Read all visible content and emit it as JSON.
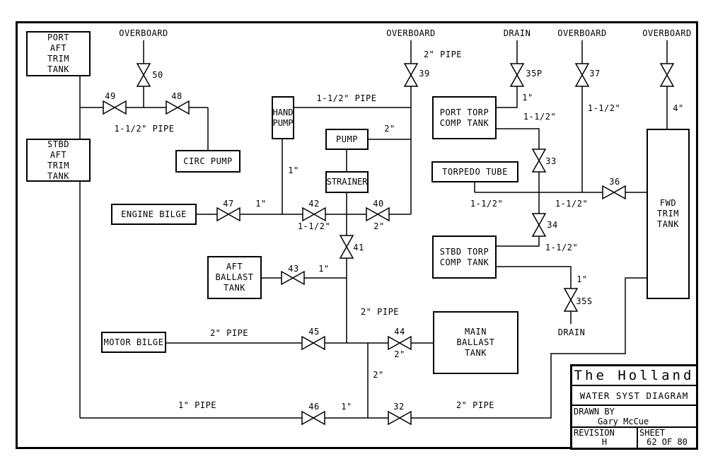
{
  "colors": {
    "ink": "#000000",
    "paper": "#ffffff"
  },
  "endpoints": {
    "overboard_aft": "OVERBOARD",
    "overboard_mid": "OVERBOARD",
    "drain_port": "DRAIN",
    "overboard_stbd": "OVERBOARD",
    "overboard_fwd": "OVERBOARD",
    "drain_stbd": "DRAIN"
  },
  "equipment": {
    "port_aft_trim_tank": "PORT\nAFT\nTRIM\nTANK",
    "stbd_aft_trim_tank": "STBD\nAFT\nTRIM\nTANK",
    "circ_pump": "CIRC PUMP",
    "hand_pump": "HAND\nPUMP",
    "pump": "PUMP",
    "strainer": "STRAINER",
    "engine_bilge": "ENGINE BILGE",
    "aft_ballast_tank": "AFT\nBALLAST\nTANK",
    "motor_bilge": "MOTOR BILGE",
    "port_torp_comp_tank": "PORT TORP\nCOMP TANK",
    "torpedo_tube": "TORPEDO TUBE",
    "stbd_torp_comp_tank": "STBD TORP\nCOMP TANK",
    "main_ballast_tank": "MAIN\nBALLAST\nTANK",
    "fwd_trim_tank": "FWD\nTRIM\nTANK"
  },
  "valves": {
    "v32": "32",
    "v33": "33",
    "v34": "34",
    "v35p": "35P",
    "v35s": "35S",
    "v36": "36",
    "v37": "37",
    "v39": "39",
    "v40": "40",
    "v41": "41",
    "v42": "42",
    "v43": "43",
    "v44": "44",
    "v45": "45",
    "v46": "46",
    "v47": "47",
    "v48": "48",
    "v49": "49",
    "v50": "50"
  },
  "pipe_labels": {
    "aft_line": "1-1/2\" PIPE",
    "overboard_39": "2\" PIPE",
    "hand_pump_line": "1-1/2\" PIPE",
    "pump_line": "2\"",
    "hand_pump_drop": "1\"",
    "drain_35p": "1\"",
    "port_torp": "1-1/2\"",
    "overboard_37": "1-1/2\"",
    "overboard_fwd": "4\"",
    "engine_bilge": "1\"",
    "below_v42": "1-1/2\"",
    "below_v40": "2\"",
    "bus_left": "1-1/2\"",
    "bus_right": "1-1/2\"",
    "below_v34": "1-1/2\"",
    "v43_line": "1\"",
    "drain_35s": "1\"",
    "main_drop": "2\" PIPE",
    "motor_bilge": "2\" PIPE",
    "below_v44": "2\"",
    "mid_drop": "2\"",
    "bottom_1in": "1\"",
    "bottom_pipe_left": "1\" PIPE",
    "bottom_pipe_right": "2\" PIPE"
  },
  "title_block": {
    "title": "The Holland",
    "subtitle": "WATER SYST DIAGRAM",
    "drawn_by_label": "DRAWN BY",
    "drawn_by": "Gary McCue",
    "revision_label": "REVISION",
    "revision": "H",
    "sheet_label": "SHEET",
    "sheet": "62 OF 80"
  }
}
